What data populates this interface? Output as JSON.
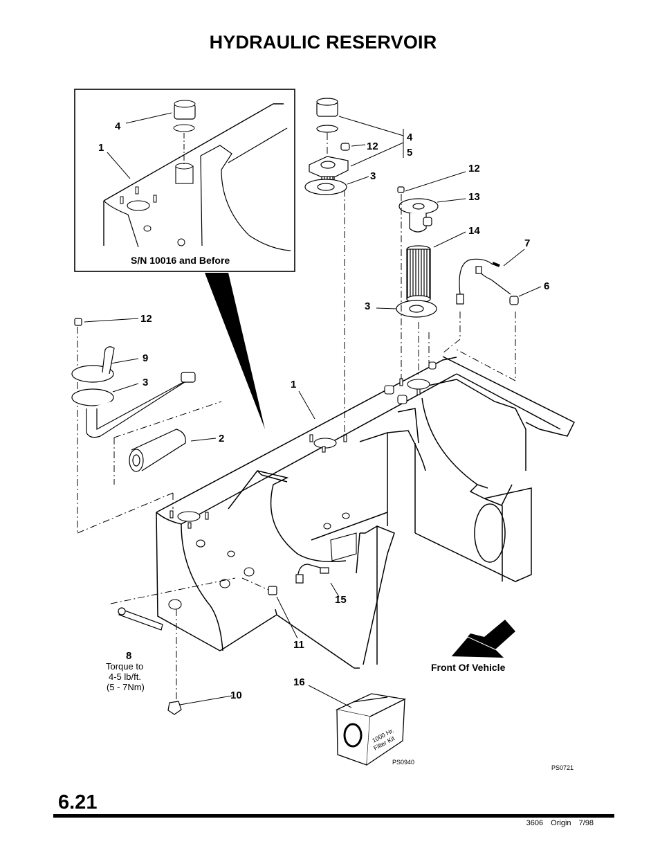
{
  "header": {
    "title": "HYDRAULIC RESERVOIR"
  },
  "inset": {
    "caption": "S/N 10016 and Before",
    "callouts": [
      "4",
      "1"
    ]
  },
  "callouts": {
    "c4": "4",
    "c5": "5",
    "c12a": "12",
    "c3a": "3",
    "c12b": "12",
    "c13": "13",
    "c14": "14",
    "c7": "7",
    "c6": "6",
    "c3b": "3",
    "c12c": "12",
    "c9": "9",
    "c3c": "3",
    "c1": "1",
    "c2": "2",
    "c15": "15",
    "c11": "11",
    "c8": "8",
    "c10": "10",
    "c16": "16"
  },
  "torque_note": {
    "line1": "Torque to",
    "line2": "4-5 lb/ft.",
    "line3": "(5 - 7Nm)"
  },
  "direction_label": "Front Of Vehicle",
  "kit_box": {
    "line1": "1000 Hr.",
    "line2": "Filter Kit",
    "code": "PS0940"
  },
  "figure_code": "PS0721",
  "page": {
    "number": "6.21"
  },
  "footer": {
    "doc": "3606",
    "model": "Origin",
    "date": "7/98"
  }
}
